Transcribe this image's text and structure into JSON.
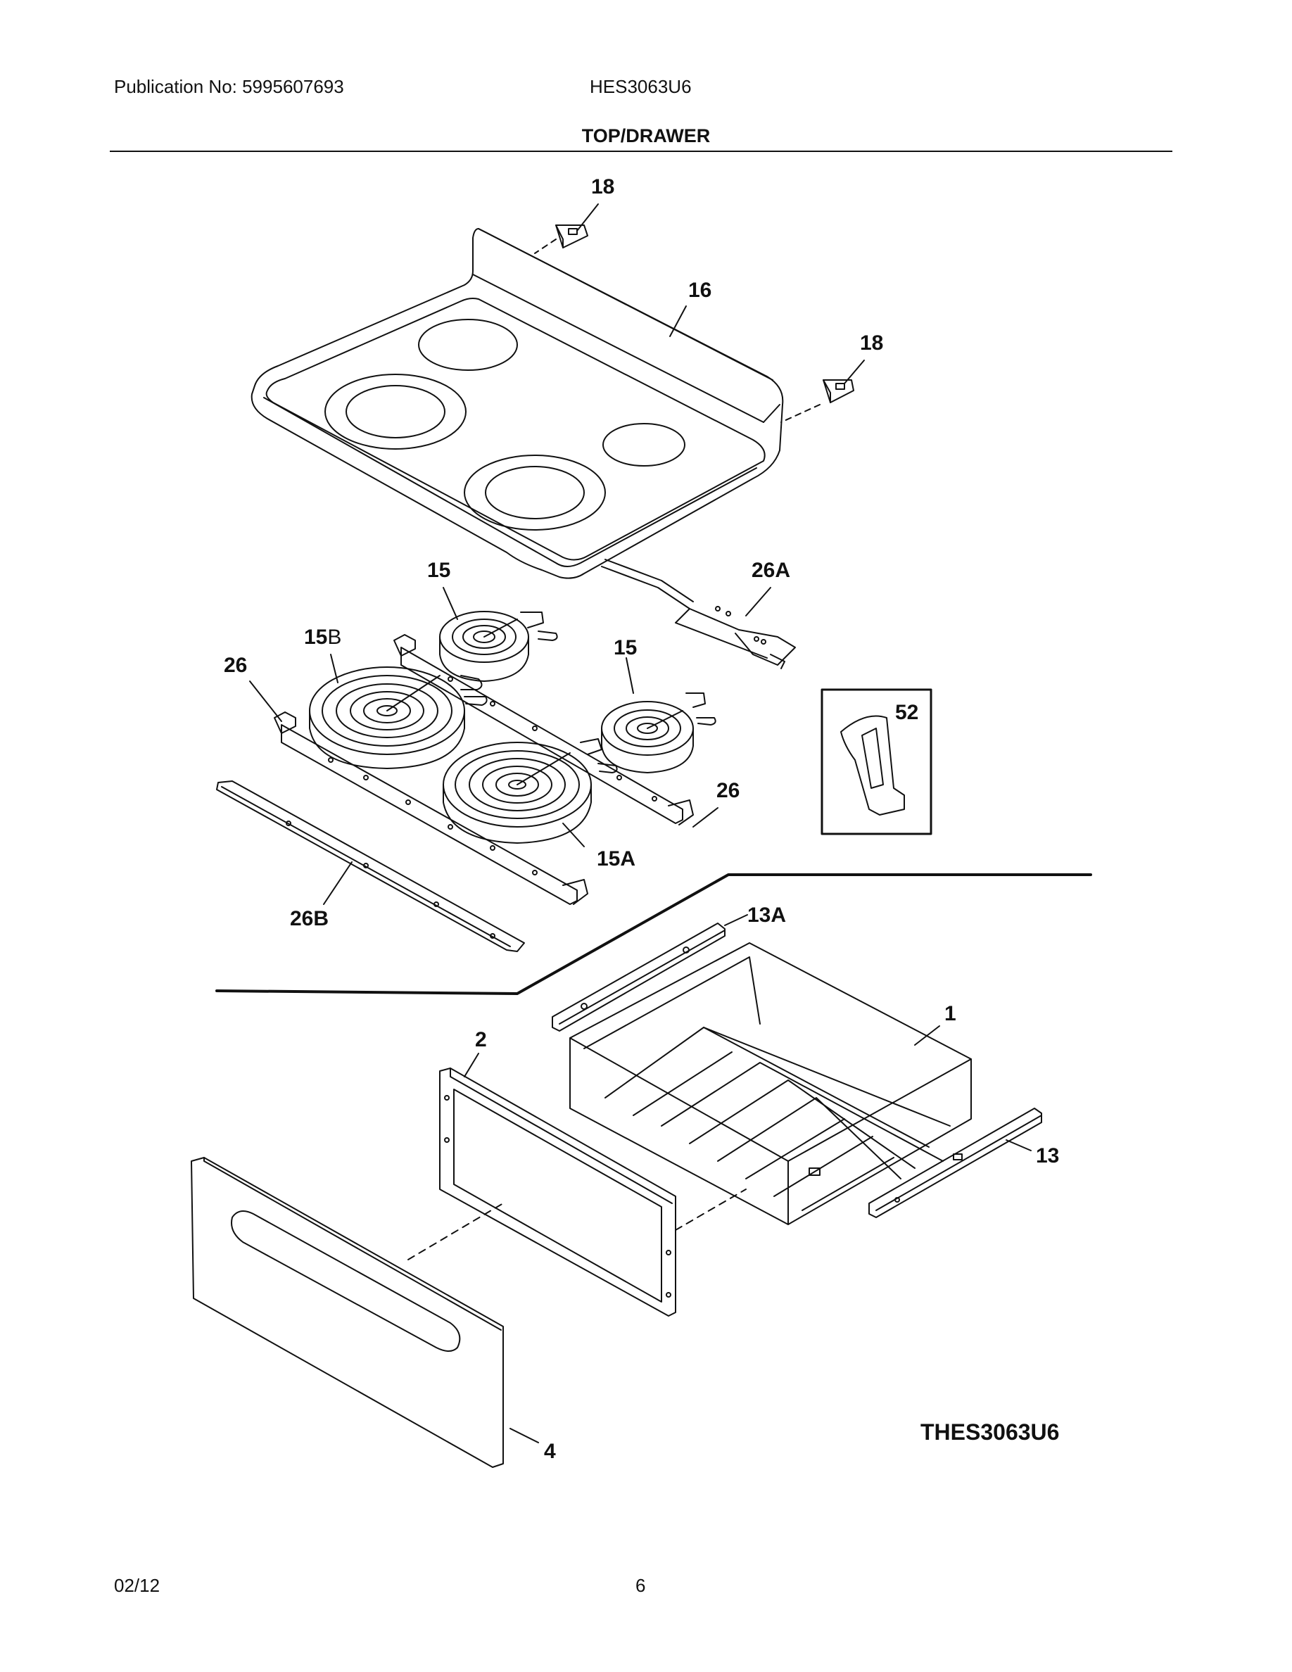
{
  "header": {
    "publication": "Publication No: 5995607693",
    "model": "HES3063U6",
    "section_title": "TOP/DRAWER"
  },
  "callouts": {
    "c18a": "18",
    "c16": "16",
    "c18b": "18",
    "c26A": "26A",
    "c15a": "15",
    "c15B_num": "15",
    "c15B_letter": "B",
    "c26a": "26",
    "c15b": "15",
    "c52": "52",
    "c26b": "26",
    "c15A": "15A",
    "c26B": "26B",
    "c13A": "13A",
    "c1": "1",
    "c2": "2",
    "c13": "13",
    "c4": "4"
  },
  "diagram_code": "THES3063U6",
  "footer": {
    "date": "02/12",
    "page": "6"
  },
  "colors": {
    "line": "#111111",
    "background": "#ffffff"
  }
}
